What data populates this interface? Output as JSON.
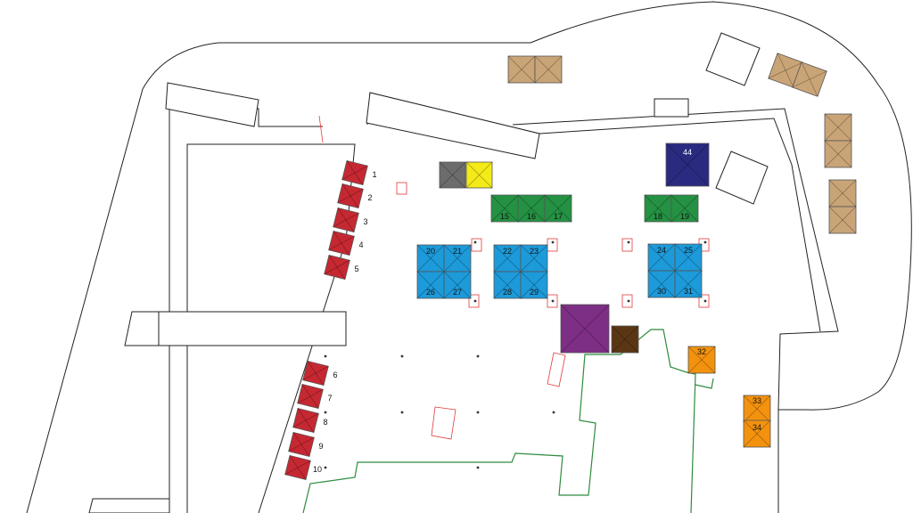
{
  "colors": {
    "red": "#c62832",
    "blue": "#1d9ad9",
    "green": "#249143",
    "orange": "#f3920f",
    "tan": "#c9a477",
    "navy": "#2a2a80",
    "purple": "#7d2e85",
    "brown": "#5b3615",
    "gray": "#6c6c6c",
    "yellow": "#f3ea18",
    "outline": "#222222",
    "route": "#2e8b3e",
    "marker": "#e23a3a"
  },
  "stands": {
    "red": [
      "1",
      "2",
      "3",
      "4",
      "5",
      "6",
      "7",
      "8",
      "9",
      "10"
    ],
    "green": [
      "15",
      "16",
      "17",
      "18",
      "19"
    ],
    "blue": [
      "20",
      "21",
      "22",
      "23",
      "24",
      "25",
      "26",
      "27",
      "28",
      "29",
      "30",
      "31"
    ],
    "orange": [
      "32",
      "33",
      "34"
    ],
    "navy": [
      "44"
    ]
  }
}
